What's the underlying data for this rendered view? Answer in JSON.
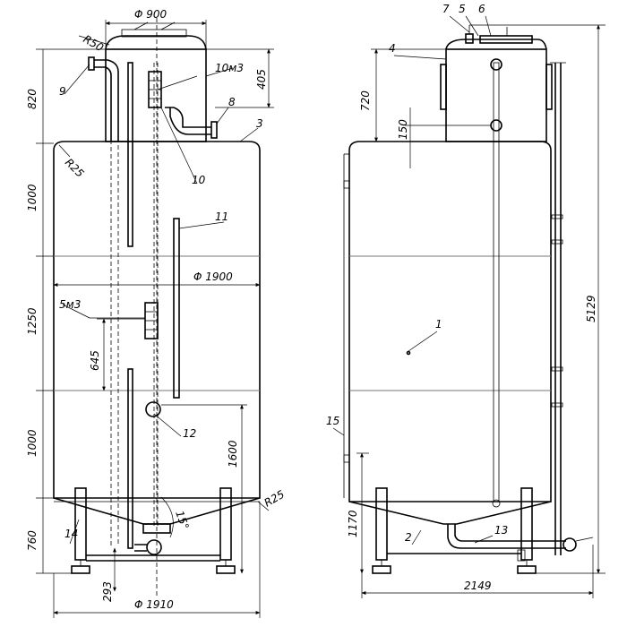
{
  "front_view": {
    "dims": {
      "top_width": "Φ 900",
      "lid_radius": "R50",
      "upper_height": "820",
      "upper_small": "405",
      "shell_radius_top": "R25",
      "section_top": "1000",
      "section_mid": "1250",
      "section_bottom": "1000",
      "shell_diameter": "Φ 1900",
      "gauge_645": "645",
      "height_1600": "1600",
      "legs_760": "760",
      "base_293": "293",
      "base_diameter": "Φ 1910",
      "cone_angle": "15°",
      "shell_radius_bottom": "R25"
    },
    "volume_marks": {
      "upper": "10м3",
      "middle": "5м3"
    },
    "callouts": {
      "c3": "3",
      "c8": "8",
      "c9": "9",
      "c10": "10",
      "c11": "11",
      "c12": "12",
      "c14": "14"
    }
  },
  "side_view": {
    "dims": {
      "upper_height": "720",
      "offset_150": "150",
      "legs_1170": "1170",
      "overall_width": "2149",
      "overall_height": "5129"
    },
    "callouts": {
      "c1": "1",
      "c2": "2",
      "c4": "4",
      "c5": "5",
      "c6": "6",
      "c7": "7",
      "c13": "13",
      "c15": "15"
    }
  }
}
